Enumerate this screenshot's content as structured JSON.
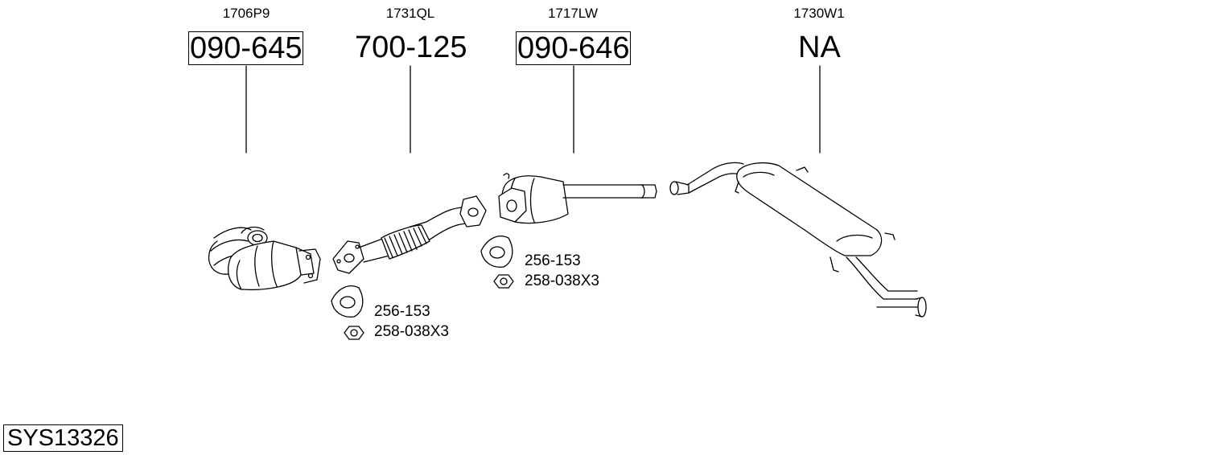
{
  "components": [
    {
      "ref": "1706P9",
      "part": "090-645",
      "boxed": true
    },
    {
      "ref": "1731QL",
      "part": "700-125",
      "boxed": false
    },
    {
      "ref": "1717LW",
      "part": "090-646",
      "boxed": true
    },
    {
      "ref": "1730W1",
      "part": "NA",
      "boxed": false
    }
  ],
  "hardware_groups": [
    {
      "gasket": "256-153",
      "nut": "258-038X3"
    },
    {
      "gasket": "256-153",
      "nut": "258-038X3"
    }
  ],
  "system_code": "SYS13326"
}
